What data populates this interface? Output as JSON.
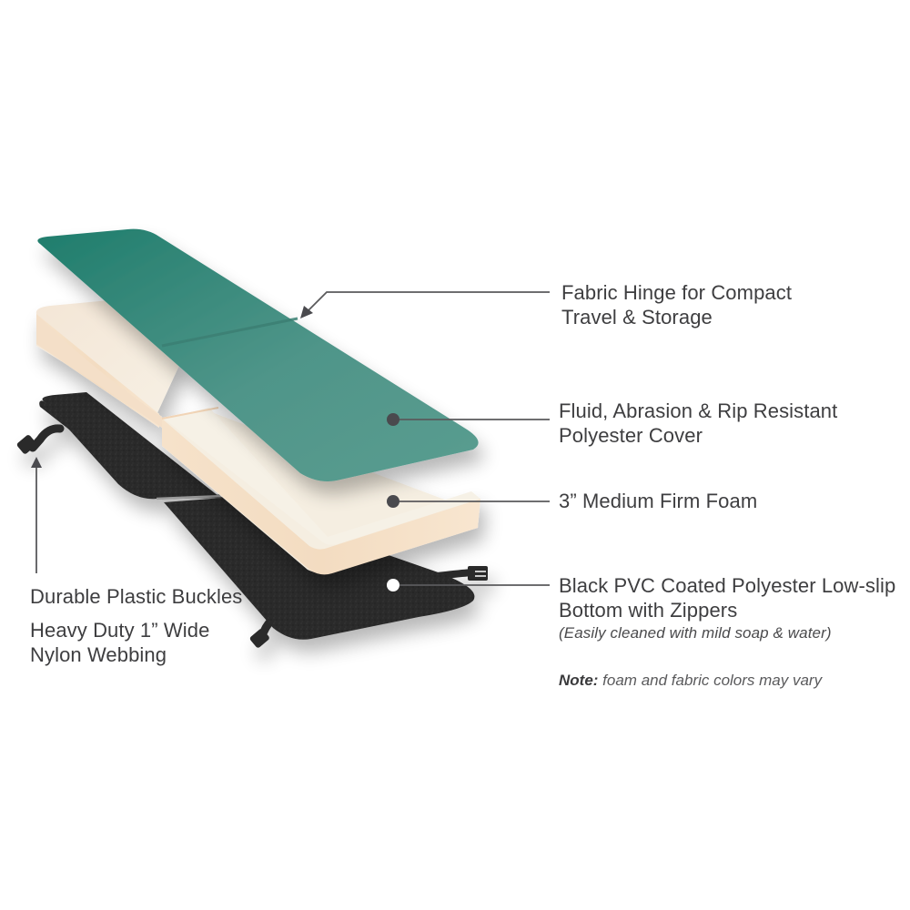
{
  "diagram": {
    "type": "exploded-product-layers",
    "subject": "folding exercise mat",
    "colors": {
      "cover_teal": "#4f9589",
      "cover_teal_dark": "#23806f",
      "foam_cream": "#f6efe2",
      "foam_peach": "#f5ddc2",
      "bottom_black": "#2a2a2a",
      "leader_line": "#5a5a5c",
      "marker_dot": "#4a4a4e",
      "text": "#3e3e40"
    },
    "layers": [
      {
        "id": "cover",
        "name": "Polyester Cover",
        "color": "#4f9589"
      },
      {
        "id": "foam",
        "name": "Medium Firm Foam",
        "color": "#f6efe2"
      },
      {
        "id": "bottom",
        "name": "Black PVC Bottom",
        "color": "#2a2a2a"
      }
    ]
  },
  "callouts": {
    "hinge": {
      "line1": "Fabric Hinge for Compact",
      "line2": "Travel & Storage"
    },
    "cover": {
      "line1": "Fluid, Abrasion & Rip Resistant",
      "line2": "Polyester Cover"
    },
    "foam": {
      "line1": "3” Medium Firm Foam"
    },
    "bottom": {
      "line1": "Black PVC Coated Polyester Low-slip",
      "line2": "Bottom with Zippers",
      "sub": "(Easily cleaned with mild soap & water)"
    },
    "buckles": {
      "line1": "Durable Plastic Buckles"
    },
    "webbing": {
      "line1": "Heavy Duty 1” Wide",
      "line2": "Nylon Webbing"
    }
  },
  "note": {
    "key": "Note:",
    "text": " foam and fabric colors may vary"
  }
}
